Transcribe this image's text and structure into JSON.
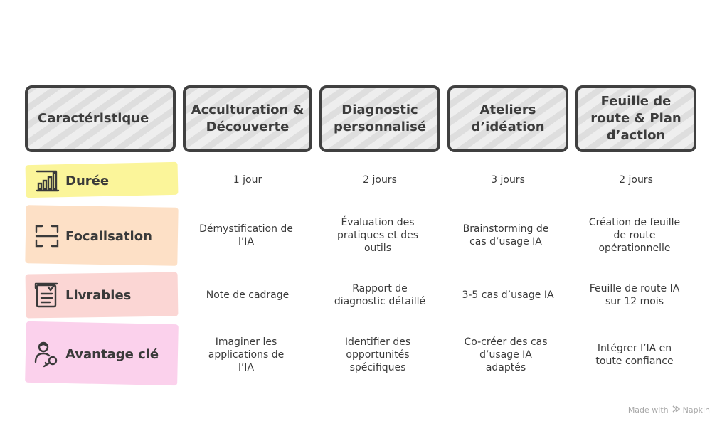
{
  "header": {
    "characteristic": "Caractéristique",
    "columns": [
      "Acculturation & Découverte",
      "Diagnostic personnalisé",
      "Ateliers d’idéation",
      "Feuille de route & Plan d’action"
    ]
  },
  "rows": [
    {
      "label": "Durée",
      "icon": "bar-chart-icon",
      "color": "#fbf59a",
      "cells": [
        "1 jour",
        "2 jours",
        "3 jours",
        "2 jours"
      ]
    },
    {
      "label": "Focalisation",
      "icon": "focus-frame-icon",
      "color": "#fde0c6",
      "cells": [
        "Démystification de l’IA",
        "Évaluation des pratiques et des outils",
        "Brainstorming de cas d’usage IA",
        "Création de feuille de route opérationnelle"
      ]
    },
    {
      "label": "Livrables",
      "icon": "checklist-document-icon",
      "color": "#fbd6d4",
      "cells": [
        "Note de cadrage",
        "Rapport de diagnostic détaillé",
        "3-5 cas d’usage IA",
        "Feuille de route IA sur 12 mois"
      ]
    },
    {
      "label": "Avantage clé",
      "icon": "user-key-icon",
      "color": "#fbd1ec",
      "cells": [
        "Imaginer les applications de l’IA",
        "Identifier des opportunités spécifiques",
        "Co-créer des cas d’usage IA adaptés",
        "Intégrer l’IA en toute confiance"
      ]
    }
  ],
  "footer": {
    "made_with": "Made with",
    "brand": "Napkin"
  }
}
